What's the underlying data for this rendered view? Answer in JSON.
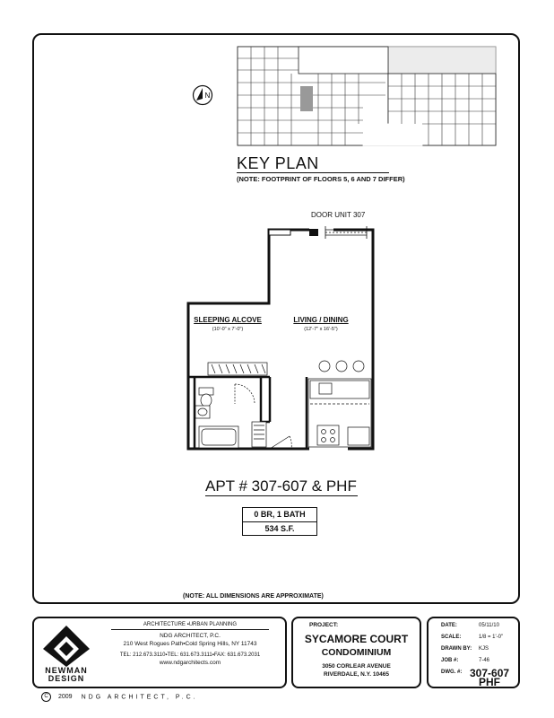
{
  "key_plan": {
    "title": "KEY PLAN",
    "note": "(NOTE: FOOTPRINT OF FLOORS 5, 6 AND 7 DIFFER)",
    "compass_letter": "N"
  },
  "floor_plan": {
    "door_label": "DOOR UNIT 307",
    "rooms": [
      {
        "name": "SLEEPING ALCOVE",
        "dims": "(10'-0\" x 7'-0\")"
      },
      {
        "name": "LIVING / DINING",
        "dims": "(12'-7\" x 16'-5\")"
      }
    ]
  },
  "apartment": {
    "title": "APT # 307-607 & PHF",
    "bedrooms": "0 BR, 1 BATH",
    "area": "534 S.F."
  },
  "dimensions_note": "(NOTE: ALL DIMENSIONS ARE APPROXIMATE)",
  "title_block": {
    "logo_line1": "NEWMAN",
    "logo_line2": "DESIGN",
    "firm_tagline": "ARCHITECTURE ▪URBAN PLANNING",
    "firm_name": "NDG ARCHITECT, P.C.",
    "firm_address": "210 West Rogues Path▪Cold Spring Hills,  NY 11743",
    "firm_phone": "TEL: 212.673.3110▪TEL: 631.673.3111▪FAX: 631.673.2031",
    "firm_web": "www.ndgarchitects.com",
    "project_label": "PROJECT:",
    "project_name_1": "SYCAMORE COURT",
    "project_name_2": "CONDOMINIUM",
    "project_address_1": "3050 CORLEAR AVENUE",
    "project_address_2": "RIVERDALE, N.Y. 10465",
    "date_label": "DATE:",
    "date_value": "05/11/10",
    "scale_label": "SCALE:",
    "scale_value": "1/8 = 1'-0\"",
    "drawn_label": "DRAWN BY:",
    "drawn_value": "KJS",
    "job_label": "JOB #:",
    "job_value": "7-46",
    "dwg_label": "DWG. #:",
    "dwg_value_1": "307-607",
    "dwg_value_2": "PHF"
  },
  "copyright": {
    "symbol": "C",
    "year": "2009",
    "firm": "NDG ARCHITECT, P.C."
  }
}
